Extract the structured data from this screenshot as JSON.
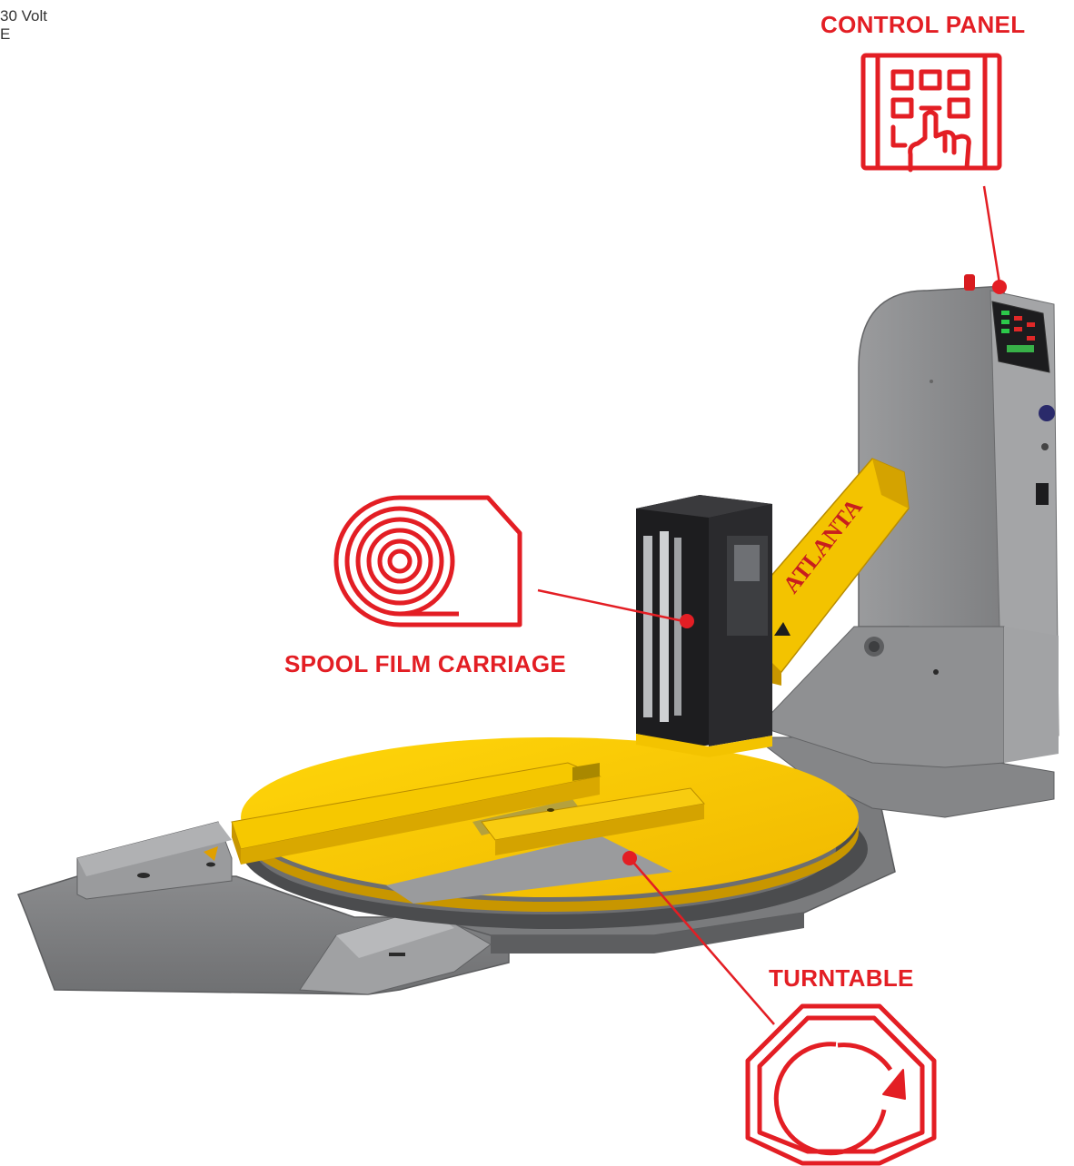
{
  "corner_text": {
    "line1": "30 Volt",
    "line2": "E"
  },
  "callouts": {
    "control_panel": "CONTROL PANEL",
    "spool_film_carriage": "SPOOL FILM CARRIAGE",
    "turntable": "TURNTABLE"
  },
  "machine_logo": "ATLANTA",
  "colors": {
    "accent": "#e31e24",
    "machine_gray": "#8e8f91",
    "machine_yellow": "#f3c300",
    "carriage_black": "#1d1d1f"
  },
  "icons": {
    "control_panel": "touch-control-panel-icon",
    "spool_film_carriage": "film-roll-icon",
    "turntable": "rotation-octagon-icon"
  }
}
